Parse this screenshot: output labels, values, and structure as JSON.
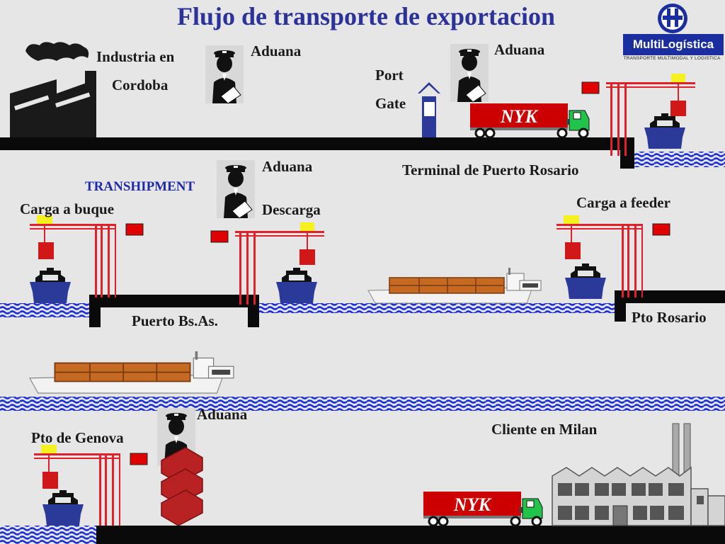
{
  "title": "Flujo de transporte de exportacion",
  "logo": {
    "name": "MultiLogística",
    "tagline": "TRANSPORTE MULTIMODAL Y LOGISTICA"
  },
  "labels": {
    "industria_line1": "Industria en",
    "industria_line2": "Cordoba",
    "aduana": "Aduana",
    "port": "Port",
    "gate": "Gate",
    "terminal": "Terminal de Puerto Rosario",
    "transhipment": "TRANSHIPMENT",
    "descarga": "Descarga",
    "carga_buque": "Carga a buque",
    "carga_feeder": "Carga a feeder",
    "puerto_bsas": "Puerto Bs.As.",
    "pto_rosario": "Pto Rosario",
    "pto_genova": "Pto de Genova",
    "cliente_milan": "Cliente en Milan",
    "nyk": "NYK"
  },
  "colors": {
    "title": "#2b3299",
    "water": "#1c2fd6",
    "ship_hull": "#2b3a99",
    "crane": "#e0202a",
    "container_red": "#d01818",
    "container_yellow": "#f5f020",
    "truck_cab": "#22c34a",
    "trailer": "#cc0000",
    "cargo": "#c46a22"
  },
  "icons": [
    "factory-icon",
    "customs-officer-icon",
    "port-gate-icon",
    "truck-icon",
    "crane-icon",
    "ship-icon",
    "container-ship-icon",
    "container-stack-icon",
    "warehouse-icon"
  ]
}
